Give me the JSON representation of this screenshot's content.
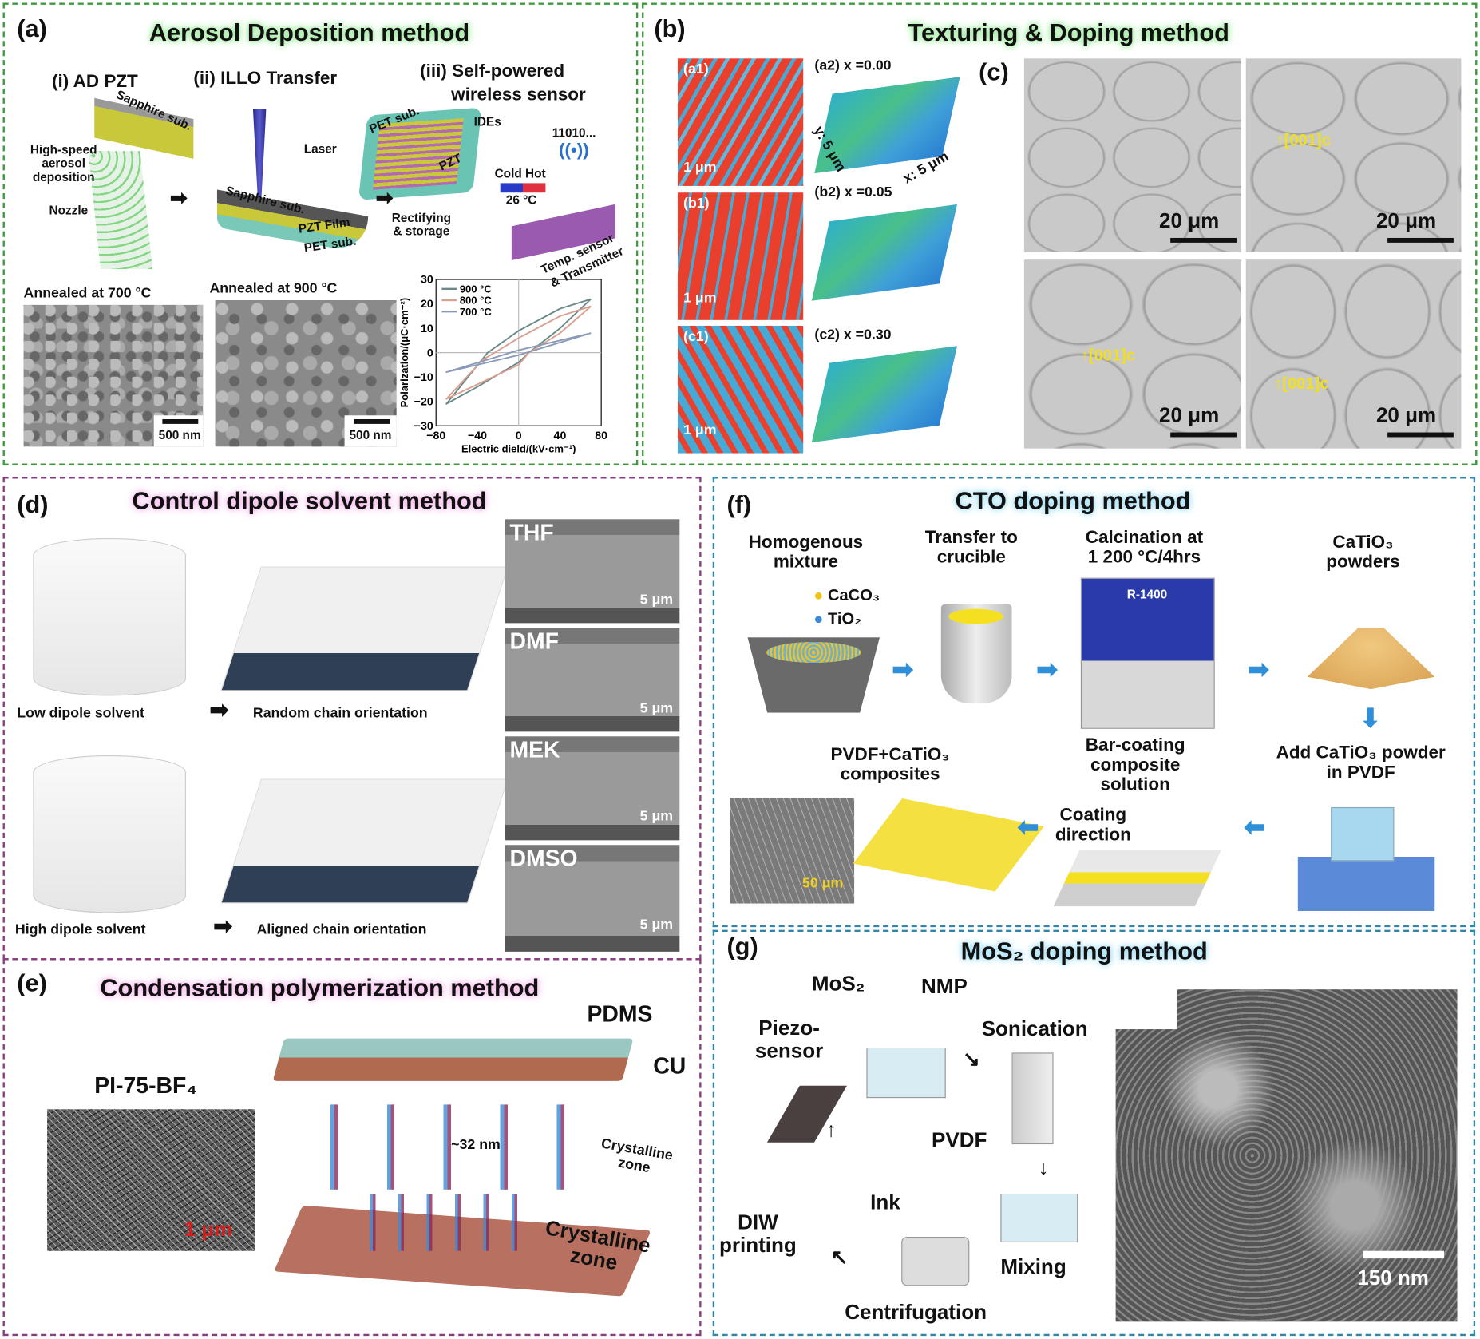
{
  "panel_a": {
    "label": "(a)",
    "title": "Aerosol Deposition method",
    "step1": "(i) AD PZT",
    "step2": "(ii) ILLO Transfer",
    "step3a": "(iii) Self-powered",
    "step3b": "wireless sensor",
    "sapphire1": "Sapphire sub.",
    "hs1": "High-speed",
    "hs2": "aerosol",
    "hs3": "deposition",
    "nozzle": "Nozzle",
    "laser": "Laser",
    "sapphire2": "Sapphire sub.",
    "pzt_film": "PZT Film",
    "pet1": "PET sub.",
    "pet2": "PET sub.",
    "ides": "IDEs",
    "pzt": "PZT",
    "bits": "11010...",
    "coldhot": "Cold Hot",
    "temp": "26 °C",
    "rect1": "Rectifying",
    "rect2": "& storage",
    "ts1": "Temp. sensor",
    "ts2": "& Transmitter",
    "sem1_title": "Annealed at 700 °C",
    "sem1_scale": "500 nm",
    "sem2_title": "Annealed at 900 °C",
    "sem2_scale": "500 nm"
  },
  "chart_data": {
    "type": "line",
    "xlabel": "Electric dield/(kV·cm⁻¹)",
    "ylabel": "Polarization/(μC·cm⁻²)",
    "xlim": [
      -80,
      80
    ],
    "ylim": [
      -30,
      30
    ],
    "xticks": [
      "−80",
      "−40",
      "0",
      "40",
      "80"
    ],
    "yticks": [
      "30",
      "20",
      "10",
      "0",
      "−10",
      "−20",
      "−30"
    ],
    "legend": "top-left",
    "grid": false,
    "series": [
      {
        "name": "900 °C",
        "color": "#6a8a8a",
        "x": [
          70,
          40,
          0,
          -30,
          -70,
          -40,
          0,
          10,
          40,
          70
        ],
        "y": [
          22,
          18,
          9,
          0,
          -21,
          -14,
          -4,
          0,
          10,
          22
        ]
      },
      {
        "name": "800 °C",
        "color": "#d9a090",
        "x": [
          70,
          40,
          0,
          -35,
          -70,
          -40,
          0,
          10,
          40,
          70
        ],
        "y": [
          19,
          15,
          6,
          -3,
          -19,
          -13,
          -5,
          0,
          8,
          19
        ]
      },
      {
        "name": "700 °C",
        "color": "#8a9ab8",
        "x": [
          70,
          0,
          -70,
          0,
          70
        ],
        "y": [
          8,
          1,
          -8,
          -1,
          8
        ]
      }
    ]
  },
  "panel_b": {
    "label": "(b)",
    "title": "Texturing & Doping method",
    "a1": "(a1)",
    "a2": "(a2) x =0.00",
    "b1": "(b1)",
    "b2": "(b2) x =0.05",
    "c1": "(c1)",
    "c2": "(c2) x =0.30",
    "scale": "1 μm",
    "y_axis": "y: 5 μm",
    "x_axis": "x: 5 μm"
  },
  "panel_c": {
    "label": "(c)",
    "scale": "20 μm",
    "dir": "[001]c"
  },
  "panel_d": {
    "label": "(d)",
    "title": "Control dipole solvent method",
    "low": "Low dipole solvent",
    "random": "Random chain orientation",
    "high": "High dipole solvent",
    "aligned": "Aligned chain orientation",
    "solvents": [
      "THF",
      "DMF",
      "MEK",
      "DMSO"
    ],
    "scale": "5 μm"
  },
  "panel_e": {
    "label": "(e)",
    "title": "Condensation polymerization method",
    "sample": "PI-75-BF₄",
    "scale": "1 μm",
    "pdms": "PDMS",
    "cu": "CU",
    "spacing": "~32 nm",
    "cz1a": "Crystalline",
    "cz1b": "zone",
    "cz2a": "Crystalline",
    "cz2b": "zone"
  },
  "panel_f": {
    "label": "(f)",
    "title": "CTO doping method",
    "homog1": "Homogenous",
    "homog2": "mixture",
    "caco3": "CaCO₃",
    "tio2": "TiO₂",
    "transfer1": "Transfer to",
    "transfer2": "crucible",
    "calc1": "Calcination at",
    "calc2": "1 200 °C/4hrs",
    "powder1": "CaTiO₃",
    "powder2": "powders",
    "furnace": "R-1400",
    "add1": "Add CaTiO₃ powder",
    "add2": "in PVDF",
    "bar1": "Bar-coating",
    "bar2": "composite",
    "bar3": "solution",
    "coat1": "Coating",
    "coat2": "direction",
    "comp1": "PVDF+CaTiO₃",
    "comp2": "composites",
    "scale": "50 μm",
    "colors": {
      "caco3": "#f2c21a",
      "tio2": "#3a8ad8",
      "arrow": "#2f8fd8"
    }
  },
  "panel_g": {
    "label": "(g)",
    "title": "MoS₂ doping method",
    "mos2": "MoS₂",
    "nmp": "NMP",
    "piezo1": "Piezo-",
    "piezo2": "sensor",
    "sonication": "Sonication",
    "pvdf": "PVDF",
    "ink": "Ink",
    "diw1": "DIW",
    "diw2": "printing",
    "mixing": "Mixing",
    "centrifugation": "Centrifugation",
    "scale": "150 nm"
  }
}
